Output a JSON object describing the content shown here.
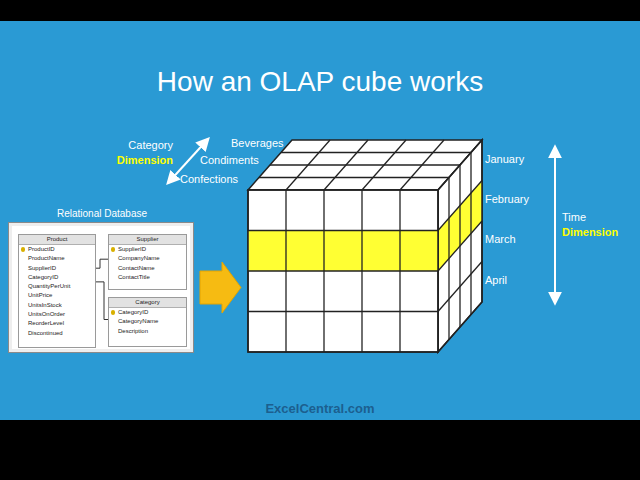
{
  "diagram": {
    "title": "How an OLAP cube works",
    "nodes": [
      {
        "text": [
          "Relational Database"
        ]
      },
      {
        "text": [
          "Product",
          "ProductID",
          "ProductName",
          "SupplierID",
          "CategoryID",
          "QuantityPerUnit",
          "UnitPrice",
          "UnitsInStock",
          "UnitsOnOrder",
          "ReorderLevel",
          "Discontinued"
        ],
        "in": 0
      },
      {
        "text": [
          "Supplier",
          "SupplierID",
          "CompanyName",
          "ContactName",
          "ContactTitle"
        ],
        "in": 0
      },
      {
        "text": [
          "Category",
          "CategoryID",
          "CategoryName",
          "Description"
        ],
        "in": 0
      }
    ],
    "edges": [
      {
        "from": 1,
        "to": 2,
        "arrow": "none"
      },
      {
        "from": 1,
        "to": 3,
        "arrow": "none"
      }
    ],
    "labels": [
      "Category",
      "Dimension",
      "Beverages",
      "Condiments",
      "Confections",
      "January",
      "February",
      "March",
      "April",
      "Time",
      "Dimension",
      "ExcelCentral.com"
    ]
  }
}
